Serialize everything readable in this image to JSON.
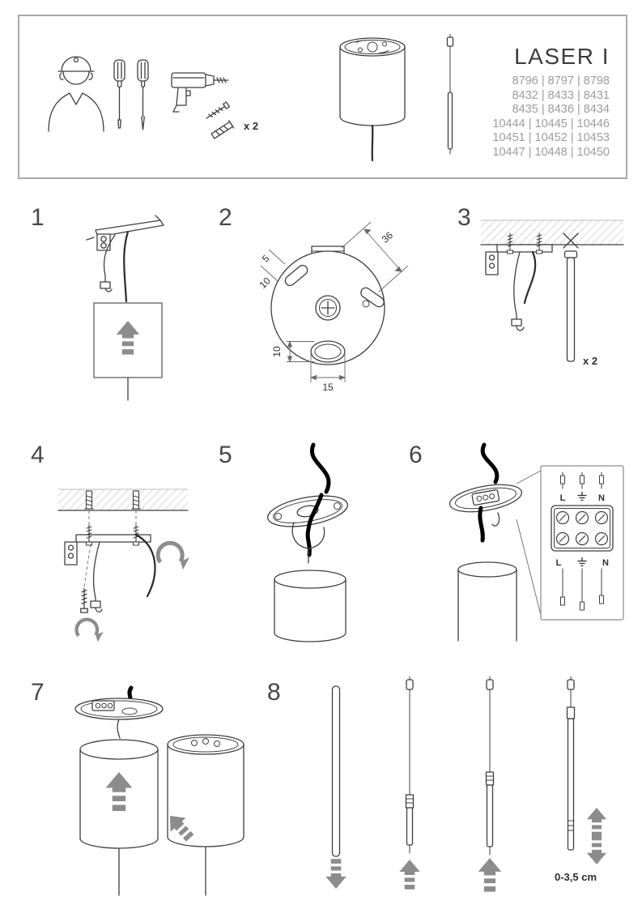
{
  "document": {
    "type": "assembly-instructions"
  },
  "header": {
    "title": "LASER I",
    "models": [
      "8796 | 8797 | 8798",
      "8432 | 8433 | 8431",
      "8435 | 8436 | 8434",
      "10444 | 10445 | 10446",
      "10451 | 10452 | 10453",
      "10447 | 10448 | 10450"
    ],
    "anchor_qty": "x 2",
    "icons": [
      "installer-icon",
      "screwdrivers-icon",
      "drill-icon",
      "screw-anchor-icon",
      "lamp-body-icon",
      "pendant-tube-icon"
    ]
  },
  "steps": {
    "s1": {
      "number": "1"
    },
    "s2": {
      "number": "2",
      "dims": {
        "width_between_slots": "36",
        "slot_width": "5",
        "slot_length": "10",
        "hole_height": "10",
        "hole_width": "15"
      }
    },
    "s3": {
      "number": "3",
      "qty": "x 2"
    },
    "s4": {
      "number": "4"
    },
    "s5": {
      "number": "5"
    },
    "s6": {
      "number": "6",
      "terminals": {
        "top_l": "L",
        "top_n": "N",
        "bottom_l": "L",
        "bottom_n": "N",
        "earth": "earth-symbol"
      }
    },
    "s7": {
      "number": "7"
    },
    "s8": {
      "number": "8",
      "adjust_range": "0-3,5 cm"
    }
  },
  "colors": {
    "line": "#3f3f3f",
    "border": "#a8a8a8",
    "muted_text": "#9c9c9c",
    "title_text": "#3d3d3d",
    "arrow_gray": "#8c8c8c",
    "cable_black": "#000000"
  }
}
